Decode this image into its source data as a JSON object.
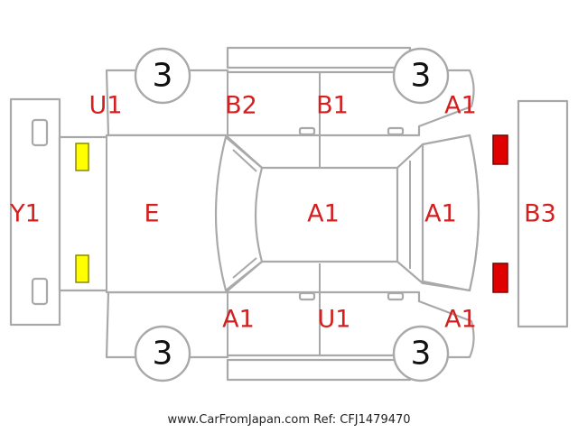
{
  "colors": {
    "label": "#d21f1f",
    "outline": "#a9a9a9",
    "lamp_front": "#ffff00",
    "lamp_rear": "#e10000"
  },
  "tires": {
    "front_left": "3",
    "rear_left": "3",
    "front_right": "3",
    "rear_right": "3"
  },
  "labels": {
    "front_bumper": "Y1",
    "front_left_fender": "U1",
    "rear_left_door": "B2",
    "front_left_door": "B1",
    "rear_left_quarter": "A1",
    "hood": "E",
    "roof": "A1",
    "trunk": "A1",
    "rear_bumper": "B3",
    "front_right_fender": "A1",
    "front_right_door": "U1",
    "rear_right_quarter": "A1"
  },
  "footer": {
    "text": "www.CarFromJapan.com Ref: CFJ1479470"
  }
}
